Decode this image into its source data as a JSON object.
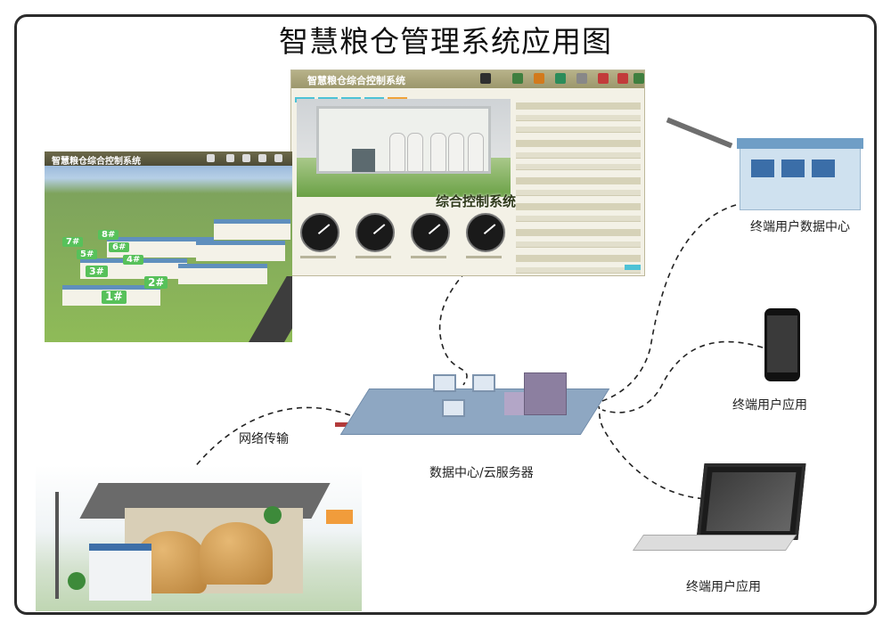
{
  "title": "智慧粮仓管理系统应用图",
  "control_screenshot": {
    "window_title": "智慧粮仓综合控制系统",
    "overlay_label": "综合控制系统"
  },
  "map_screenshot": {
    "window_title": "智慧粮仓综合控制系统",
    "bin_labels": [
      "1#",
      "2#",
      "3#",
      "4#",
      "5#",
      "6#",
      "7#",
      "8#"
    ]
  },
  "nodes": {
    "data_center_label": "终端用户数据中心",
    "server_label": "数据中心/云服务器",
    "phone_label": "终端用户应用",
    "laptop_label": "终端用户应用",
    "network_label": "网络传输"
  },
  "colors": {
    "frame": "#2b2b2b",
    "accent_tab": "#4ec2d6",
    "active_tab": "#f0a33a",
    "bin_label_bg": "#57c15a"
  }
}
